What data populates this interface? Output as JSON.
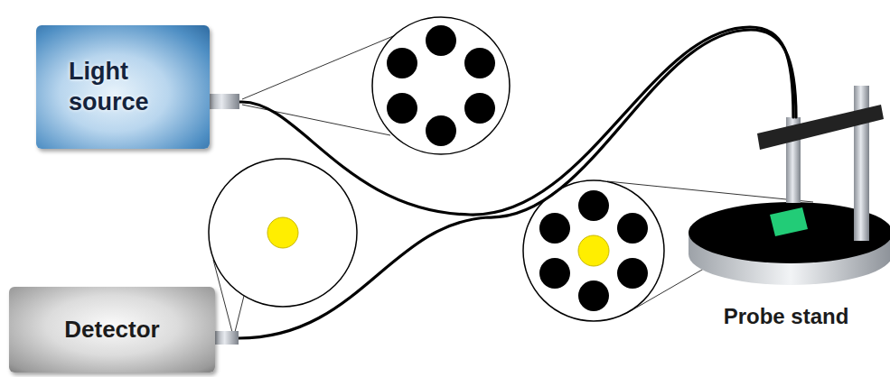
{
  "diagram": {
    "nodes": [
      {
        "text": [
          "Light source"
        ]
      },
      {
        "text": [
          "Detector"
        ]
      },
      {
        "text": [
          "Probe stand"
        ]
      }
    ],
    "edges": [
      {
        "from": 0,
        "to": 2,
        "arrow": "none"
      },
      {
        "from": 1,
        "to": 2,
        "arrow": "none"
      }
    ]
  }
}
